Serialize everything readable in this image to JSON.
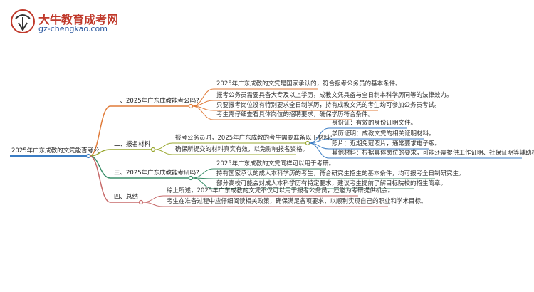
{
  "logo": {
    "title": "大牛教育成考网",
    "url": "gz-chengkao.com"
  },
  "colors": {
    "branch1": "#e07b39",
    "branch2": "#9aa82f",
    "branch3": "#3a8f6a",
    "branch4": "#c76a6a",
    "leaf_blue": "#3b7dc4",
    "root_line": "#3b7dc4",
    "logo_red": "#c0392b",
    "logo_blue": "#2d5aa0"
  },
  "root": "2025年广东成教的文凭能否考公",
  "branches": [
    {
      "label": "一、2025年广东成教能考公吗?",
      "items": [
        "2025年广东成教的文凭是国家承认的，符合报考公务员的基本条件。",
        "报考公务员需要具备大专及以上学历，成教文凭具备与全日制本科学历同等的法律效力。",
        "只要报考岗位没有特别要求全日制学历，持有成教文凭的考生均可参加公务员考试。",
        "考生需仔细查看具体岗位的招聘要求，确保学历符合条件。"
      ]
    },
    {
      "label": "二、报名材料",
      "items": [
        "报考公务员时，2025年广东成教的考生需要准备以下材料：",
        "确保所提交的材料真实有效，以免影响报名资格。"
      ],
      "sub_items": [
        "身份证：有效的身份证明文件。",
        "学历证明：成教文凭的相关证明材料。",
        "照片：近期免冠照片，通常要求电子版。",
        "其他材料：根据具体岗位的要求，可能还需提供工作证明、社保证明等辅助材料。"
      ]
    },
    {
      "label": "三、2025年广东成教能考研吗?",
      "items": [
        "2025年广东成教的文凭同样可以用于考研。",
        "持有国家承认的成人本科学历的考生，符合研究生招生的基本条件，均可报考全日制研究生。",
        "部分高校可能会对成人本科学历有特定要求，建议考生提前了解目标院校的招生简章。"
      ]
    },
    {
      "label": "四、总结",
      "items": [
        "综上所述，2025年广东成教的文凭不仅可以用于报考公务员，还能为考研提供机会。",
        "考生在准备过程中应仔细阅读相关政策，确保满足各项要求，以顺利实现自己的职业和学术目标。"
      ]
    }
  ]
}
